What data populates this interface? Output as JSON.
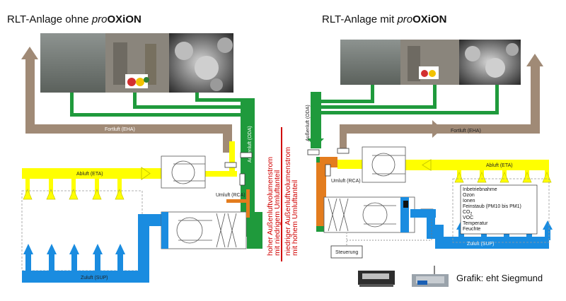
{
  "titles": {
    "left_prefix": "RLT-Anlage ohne ",
    "left_pro": "pro",
    "left_brand": "OXiON",
    "right_prefix": "RLT-Anlage mit ",
    "right_pro": "pro",
    "right_brand": "OXiON"
  },
  "labels": {
    "fortluft": "Fortluft (EHA)",
    "abluft": "Abluft (ETA)",
    "zuluft": "Zuluft (SUP)",
    "umluft": "Umluft (RCA)",
    "aussenluft": "Außenluft (ODA)",
    "steuerung": "Steuerung"
  },
  "annotations": {
    "high_line1": "hoher Außenluftvolumenstrom",
    "high_line2": "mit niedrigem Umluftanteil",
    "low_line1": "niedriger Außenluftvolumenstrom",
    "low_line2": "mit hohem Umluftanteil"
  },
  "sensor_list": {
    "items": [
      "Inbetriebnahme",
      "Ozon",
      "Ionen",
      "Feinstaub (PM10 bis PM1)",
      "CO",
      "VOC",
      "Temperatur",
      "Feuchte"
    ],
    "co2_subscript": "2"
  },
  "credit": "Grafik: eht Siegmund",
  "colors": {
    "fortluft": "#a08a76",
    "abluft": "#ffff00",
    "zuluft": "#1a8ce0",
    "aussenluft": "#1f9a3c",
    "umluft": "#e37c1e",
    "annotation": "#d00000"
  }
}
